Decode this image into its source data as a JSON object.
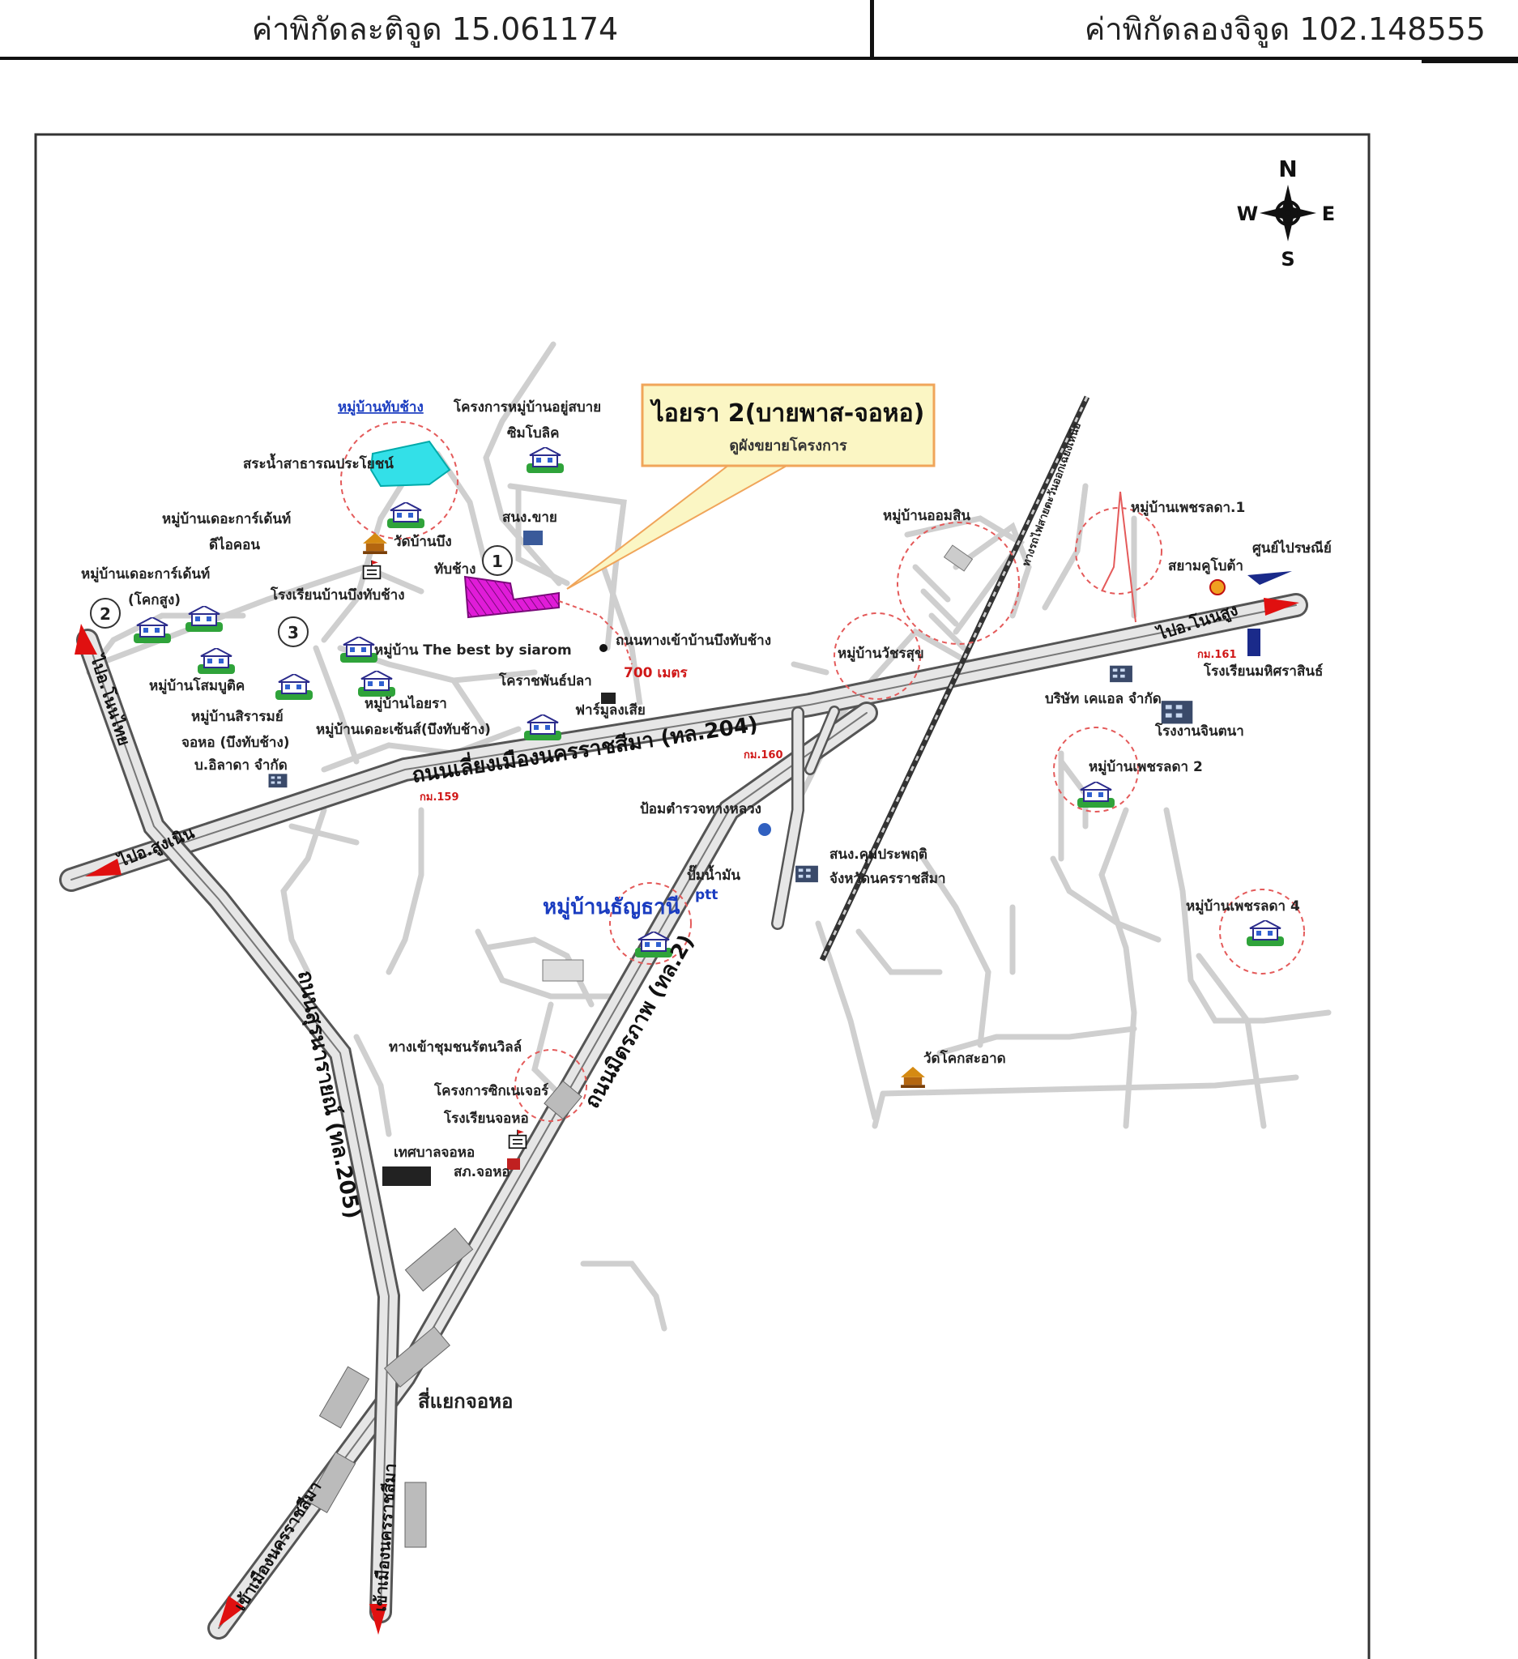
{
  "header": {
    "latitude_label": "ค่าพิกัดละติจูด 15.061174",
    "longitude_label": "ค่าพิกัดลองจิจูด 102.148555"
  },
  "compass": {
    "n": "N",
    "s": "S",
    "e": "E",
    "w": "W"
  },
  "callout": {
    "title": "ไอยรา 2(บายพาส-จอหอ)",
    "subtitle": "ดูผังขยายโครงการ"
  },
  "roads": {
    "bypass": "ถนนเลี่ยงเมืองนครราชสีมา (ทล.204)",
    "mittraphap": "ถนนมิตรภาพ (ทล.2)",
    "suranarai": "ถนนสุรนารายณ์ (ทล.205)",
    "to_non_thai": "ไปอ.โนนไทย",
    "to_sung_noen": "ไปอ.สูงเนิน",
    "to_non_sung": "ไปอ.โนนสูง",
    "to_city_1": "เข้าเมืองนครราชสีมา",
    "to_city_2": "เข้าเมืองนครราชสีมา",
    "railway": "ทางรถไฟสายตะวันออกเฉียงเหนือ",
    "entrance_road": "ถนนทางเข้าบ้านบึงทับช้าง",
    "distance": "700 เมตร",
    "km159": "กม.159",
    "km160": "กม.160",
    "km161": "กม.161"
  },
  "labels": {
    "village_thapchang": "หมู่บ้านทับช้าง",
    "public_pond": "สระน้ำสาธารณประโยชน์",
    "project_yusabai": "โครงการหมู่บ้านอยู่สบาย",
    "simbolic": "ซิมโบลิค",
    "the_garden_diacon_1": "หมู่บ้านเดอะการ์เด้นท์",
    "the_garden_diacon_2": "ดีไอคอน",
    "the_garden_khoksung_1": "หมู่บ้านเดอะการ์เด้นท์",
    "the_garden_khoksung_2": "(โคกสูง)",
    "wat_bueng_1": "วัดบ้านบึง",
    "wat_bueng_2": "ทับช้าง",
    "sno_chai": "สนง.ขาย",
    "school_bueng": "โรงเรียนบ้านบึงทับช้าง",
    "the_best": "หมู่บ้าน The best by siarom",
    "somboon": "หมู่บ้านโสมบูติค",
    "sirarom_1": "หมู่บ้านสิรารมย์",
    "sirarom_2": "จอหอ (บึงทับช้าง)",
    "aiyara": "หมู่บ้านไอยรา",
    "the_sense": "หมู่บ้านเดอะเซ้นส์(บึงทับช้าง)",
    "ilada": "บ.อิลาดา จำกัด",
    "fish_hatchery": "โคราชพันธ์ปลา",
    "farm": "ฟาร์มูลงเสีย",
    "highway_police": "ป้อมตำรวจทางหลวง",
    "gas_station": "ปั๊มน้ำมัน",
    "tunyathani": "หมู่บ้านธัญธานี",
    "sno_khumphrue_1": "สนง.คุมประพฤติ",
    "sno_khumphrue_2": "จังหวัดนครราชสีมา",
    "rattanawan": "ทางเข้าชุมชนรัตนวิลล์",
    "project_singer": "โครงการซิกเนเจอร์",
    "school_johor": "โรงเรียนจอหอ",
    "municipality": "เทศบาลจอหอ",
    "police_johor": "สภ.จอหอ",
    "johor_junction": "สี่แยกจอหอ",
    "wat_khok": "วัดโคกสะอาด",
    "village_oommusin": "หมู่บ้านออมสิน",
    "village_phetlada1": "หมู่บ้านเพชรลดา.1",
    "siam_kubota": "สยามคูโบต้า",
    "post_center": "ศูนย์ไปรษณีย์",
    "village_wichasut": "หมู่บ้านวัชรสุข",
    "school_mahisara": "โรงเรียนมหิศราสินธ์",
    "company_lls": "บริษัท เคแอล จำกัด",
    "jintana": "โรงงานจินตนา",
    "village_phetlada2": "หมู่บ้านเพชรลดา 2",
    "village_phetlada4": "หมู่บ้านเพชรลดา 4",
    "ptt": "ptt",
    "num1": "1",
    "num2": "2",
    "num3": "3"
  },
  "colors": {
    "callout_bg": "#fbf6c4",
    "callout_border": "#f0a55a",
    "pond": "#33e0e8",
    "project_area": "#d010d0",
    "route_marker": "#e01010",
    "village_label_blue": "#1a3cc0"
  }
}
